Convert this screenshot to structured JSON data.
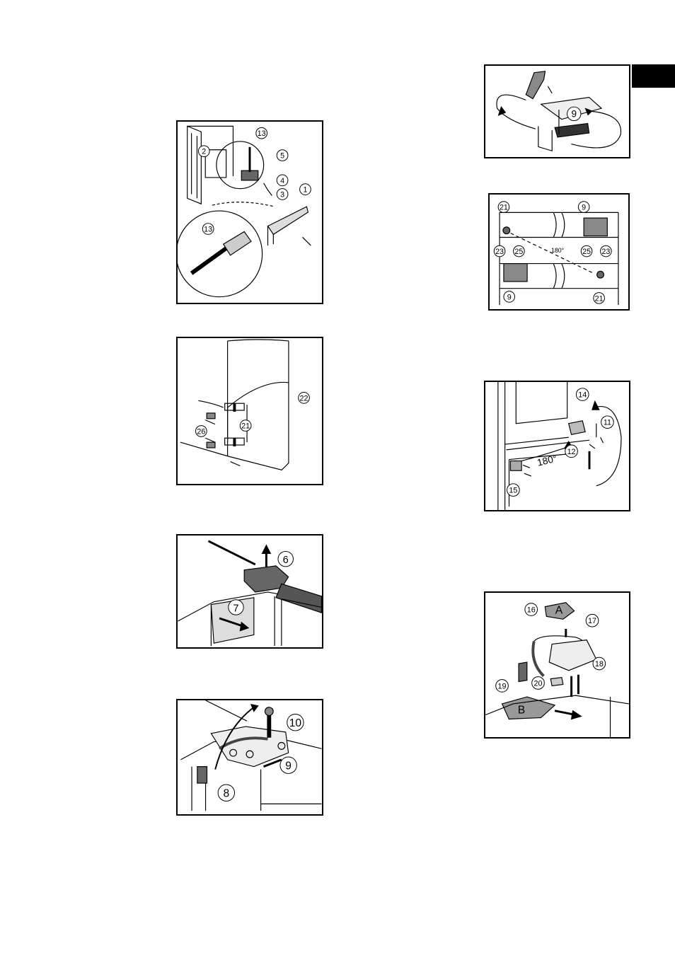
{
  "page": {
    "tab_color": "#000000"
  },
  "fig1": {
    "labels": [
      "13",
      "2",
      "5",
      "4",
      "3",
      "1",
      "13"
    ]
  },
  "fig2": {
    "labels": [
      "22",
      "21",
      "26"
    ]
  },
  "fig3": {
    "labels": [
      "6",
      "7"
    ]
  },
  "fig4": {
    "labels": [
      "10",
      "9",
      "8"
    ]
  },
  "fig5": {
    "labels": [
      "9"
    ]
  },
  "fig6": {
    "labels": [
      "21",
      "9",
      "23",
      "25",
      "180°",
      "25",
      "23",
      "9",
      "21"
    ]
  },
  "fig7": {
    "labels": [
      "14",
      "11",
      "12",
      "180°",
      "15"
    ]
  },
  "fig8": {
    "labels": [
      "16",
      "A",
      "17",
      "18",
      "19",
      "20",
      "B"
    ]
  }
}
